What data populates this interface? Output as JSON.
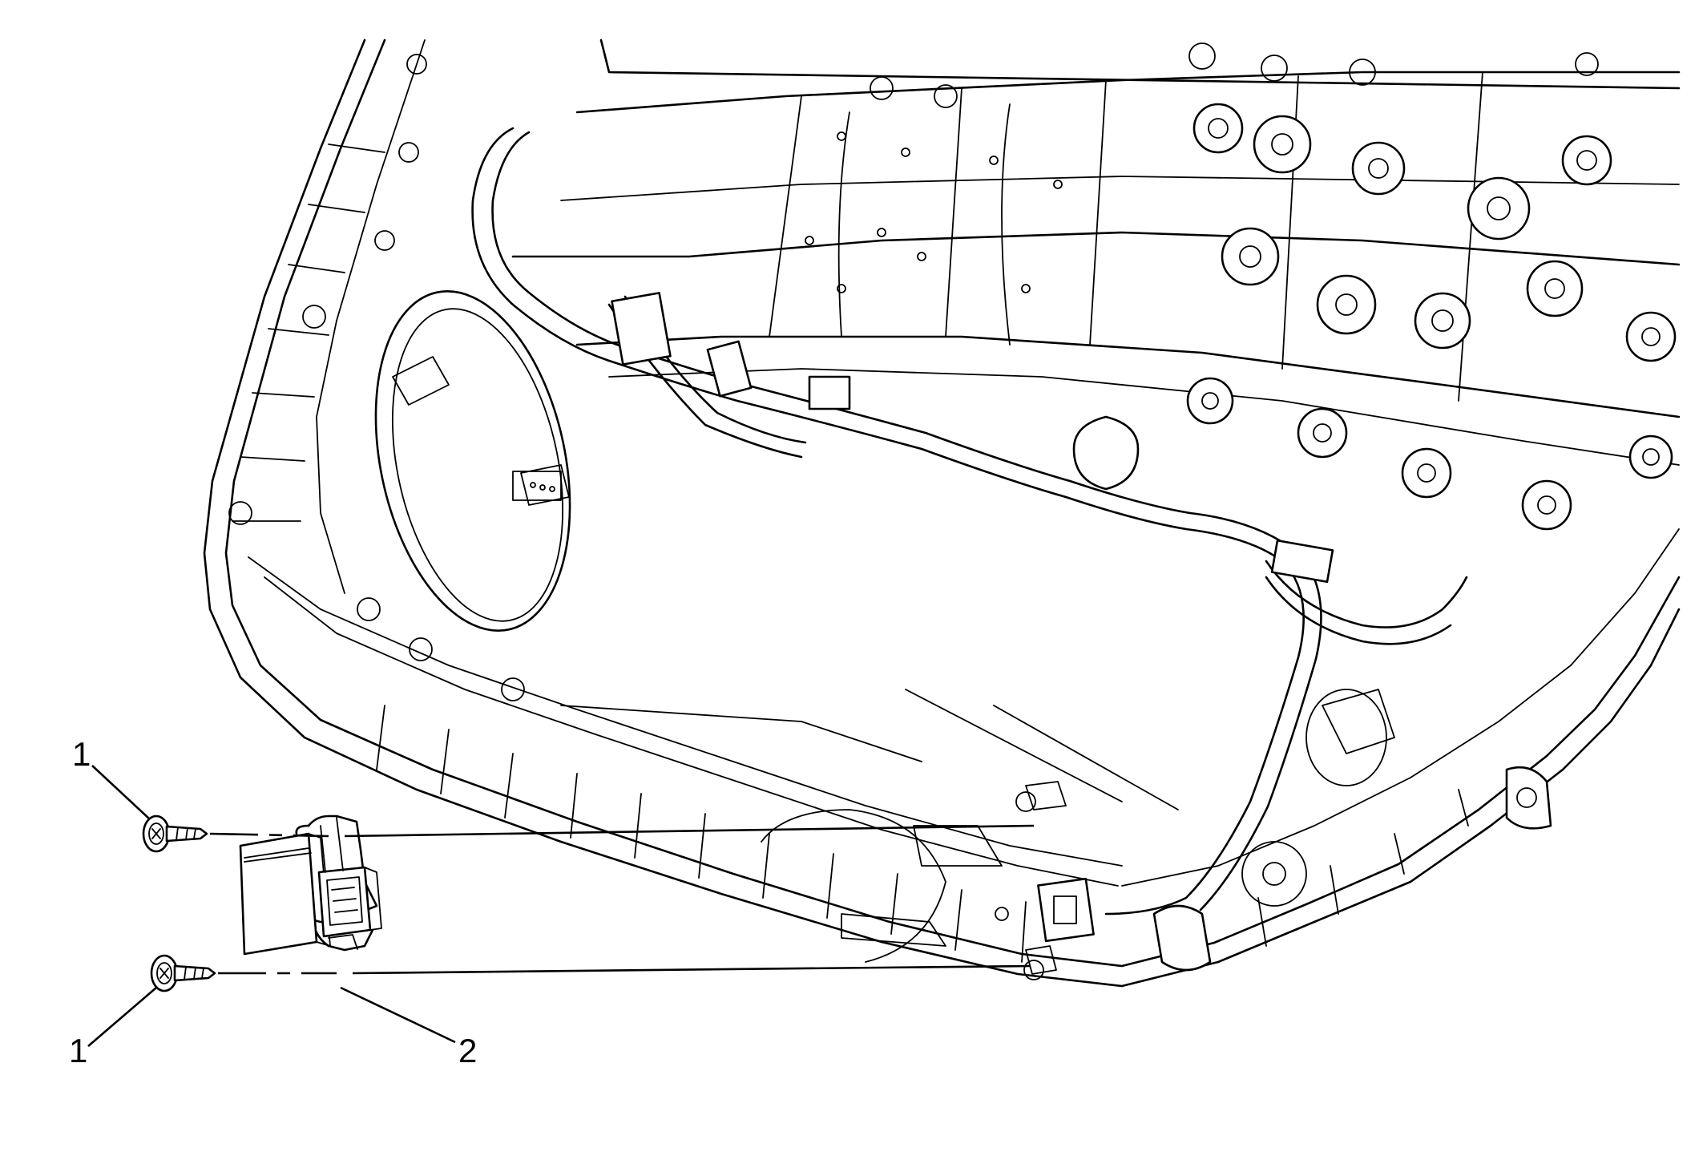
{
  "callouts": {
    "fastener_top": "1",
    "fastener_bottom": "1",
    "component": "2"
  },
  "colors": {
    "line": "#000000",
    "background": "#ffffff"
  }
}
